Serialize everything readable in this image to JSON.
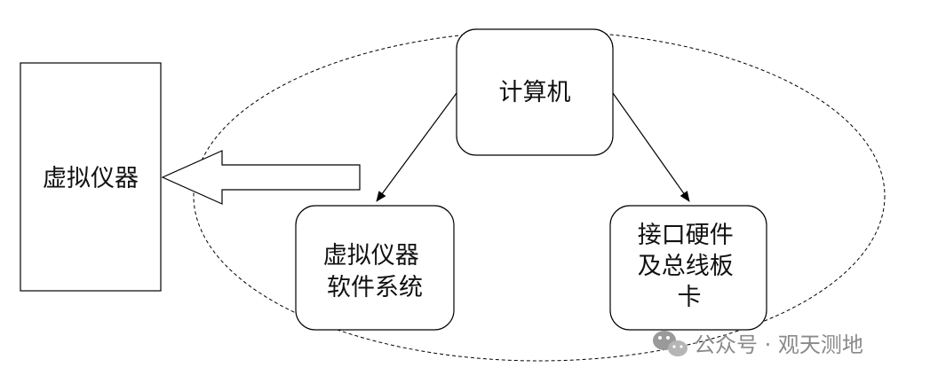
{
  "diagram": {
    "instrument_label": "虚拟仪器",
    "computer_label": "计算机",
    "software_label_lines": [
      "虚拟仪器",
      "软件系统"
    ],
    "hardware_label_lines": [
      "接口硬件",
      "及总线板",
      "卡"
    ]
  },
  "watermark": {
    "text": "公众号 · 观天测地",
    "icon": "wechat-icon"
  },
  "colors": {
    "stroke": "#000000",
    "text": "#111111",
    "watermark": "#8a8a8a"
  }
}
